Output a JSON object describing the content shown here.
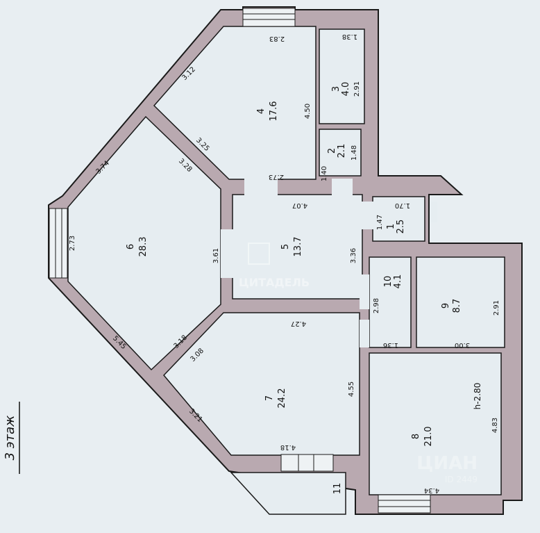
{
  "floor_label": "3 этаж",
  "watermark_center": "ЦИТАДЕЛЬ",
  "watermark_corner": "ЦИАН",
  "watermark_id": "ID 2449",
  "rooms": [
    {
      "id": "r1",
      "num": "1",
      "area": "2.5"
    },
    {
      "id": "r2",
      "num": "2",
      "area": "2.1"
    },
    {
      "id": "r3",
      "num": "3",
      "area": "4.0"
    },
    {
      "id": "r4",
      "num": "4",
      "area": "17.6"
    },
    {
      "id": "r5",
      "num": "5",
      "area": "13.7"
    },
    {
      "id": "r6",
      "num": "6",
      "area": "28.3"
    },
    {
      "id": "r7",
      "num": "7",
      "area": "24.2"
    },
    {
      "id": "r8",
      "num": "8",
      "area": "21.0"
    },
    {
      "id": "r9",
      "num": "9",
      "area": "8.7"
    },
    {
      "id": "r10",
      "num": "10",
      "area": "4.1"
    },
    {
      "id": "r11",
      "num": "11",
      "area": ""
    }
  ],
  "dimensions": [
    {
      "id": "d_283",
      "text": "2.83"
    },
    {
      "id": "d_138",
      "text": "1.38"
    },
    {
      "id": "d_312",
      "text": "3.12"
    },
    {
      "id": "d_291a",
      "text": "2.91"
    },
    {
      "id": "d_450",
      "text": "4.50"
    },
    {
      "id": "d_325",
      "text": "3.25"
    },
    {
      "id": "d_148",
      "text": "1.48"
    },
    {
      "id": "d_374",
      "text": "3.74"
    },
    {
      "id": "d_328",
      "text": "3.28"
    },
    {
      "id": "d_273b",
      "text": "2.73"
    },
    {
      "id": "d_140",
      "text": "1.40"
    },
    {
      "id": "d_407",
      "text": "4.07"
    },
    {
      "id": "d_170",
      "text": "1.70"
    },
    {
      "id": "d_147",
      "text": "1.47"
    },
    {
      "id": "d_273",
      "text": "2.73"
    },
    {
      "id": "d_361",
      "text": "3.61"
    },
    {
      "id": "d_336",
      "text": "3.36"
    },
    {
      "id": "d_298",
      "text": "2.98"
    },
    {
      "id": "d_291b",
      "text": "2.91"
    },
    {
      "id": "d_545",
      "text": "5.45"
    },
    {
      "id": "d_318",
      "text": "3.18"
    },
    {
      "id": "d_427",
      "text": "4.27"
    },
    {
      "id": "d_136",
      "text": "1.36"
    },
    {
      "id": "d_300",
      "text": "3.00"
    },
    {
      "id": "d_308",
      "text": "3.08"
    },
    {
      "id": "d_455",
      "text": "4.55"
    },
    {
      "id": "d_h280",
      "text": "h-2.80"
    },
    {
      "id": "d_321",
      "text": "3.21"
    },
    {
      "id": "d_483",
      "text": "4.83"
    },
    {
      "id": "d_418",
      "text": "4.18"
    },
    {
      "id": "d_434",
      "text": "4.34"
    }
  ]
}
